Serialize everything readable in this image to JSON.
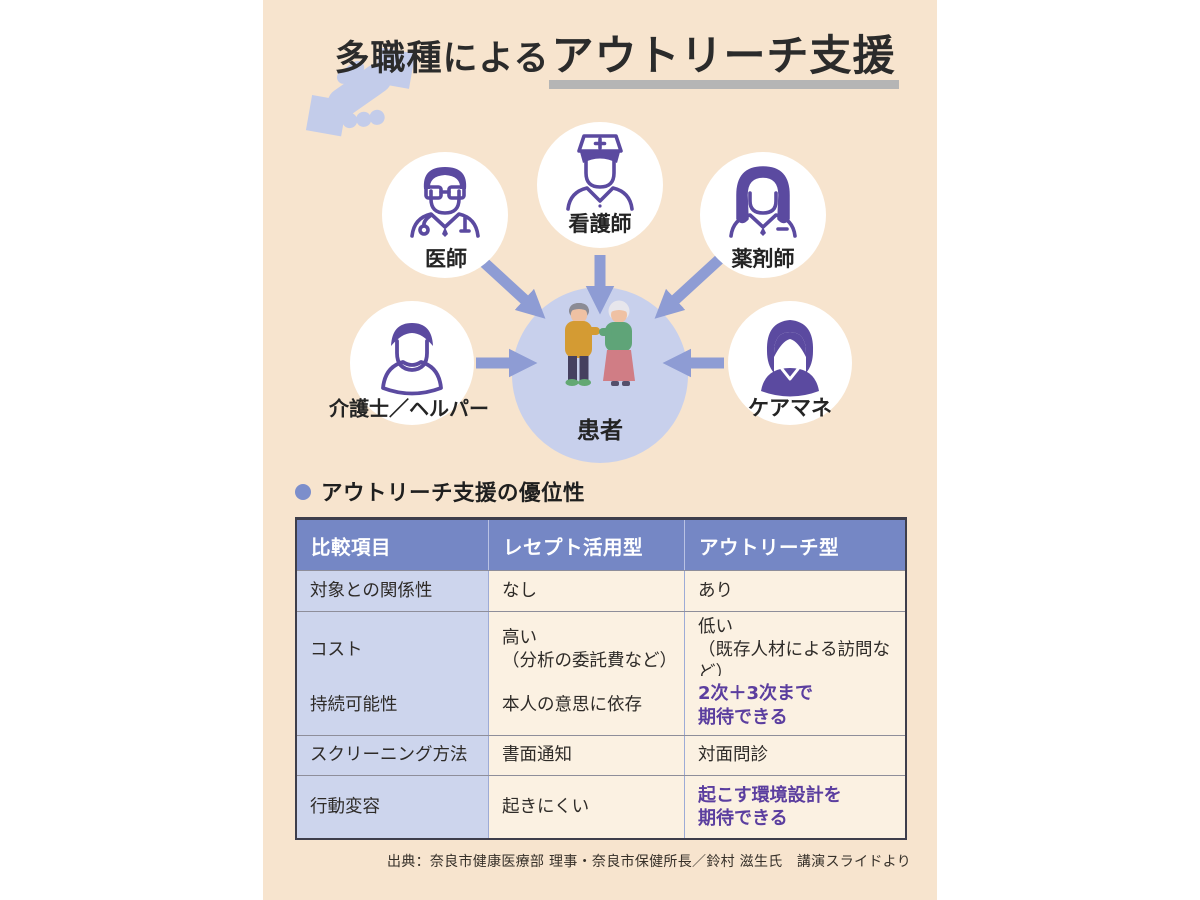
{
  "title": {
    "prefix": "多職種による",
    "highlight": "アウトリーチ支援"
  },
  "diagram": {
    "roles": [
      {
        "id": "doctor",
        "label": "医師",
        "icon": "doctor-icon"
      },
      {
        "id": "nurse",
        "label": "看護師",
        "icon": "nurse-icon"
      },
      {
        "id": "pharmacist",
        "label": "薬剤師",
        "icon": "pharmacist-icon"
      },
      {
        "id": "caregiver",
        "label": "介護士／ヘルパー",
        "icon": "caregiver-icon"
      },
      {
        "id": "care_manager",
        "label": "ケアマネ",
        "icon": "care-manager-icon"
      }
    ],
    "center": {
      "label": "患者",
      "icon": "elderly-couple-icon"
    }
  },
  "section": {
    "heading": "アウトリーチ支援の優位性"
  },
  "table": {
    "headers": [
      "比較項目",
      "レセプト活用型",
      "アウトリーチ型"
    ],
    "rows": [
      {
        "item": "対象との関係性",
        "receipt": "なし",
        "outreach": "あり",
        "outreach_accent": false
      },
      {
        "item": "コスト",
        "receipt": "高い\n（分析の委託費など）",
        "outreach": "低い\n（既存人材による訪問など）",
        "outreach_accent": false
      },
      {
        "item": "持続可能性",
        "receipt": "本人の意思に依存",
        "outreach": "2次＋3次まで\n期待できる",
        "outreach_accent": true
      },
      {
        "item": "スクリーニング方法",
        "receipt": "書面通知",
        "outreach": "対面問診",
        "outreach_accent": false
      },
      {
        "item": "行動変容",
        "receipt": "起きにくい",
        "outreach": "起こす環境設計を\n期待できる",
        "outreach_accent": true
      }
    ]
  },
  "footer": {
    "source": "出典：奈良市健康医療部 理事・奈良市保健所長／鈴村 滋生氏　講演スライドより"
  },
  "colors": {
    "page_background": "#f7e4ce",
    "accent_purple": "#5b3e9f",
    "icon_purple": "#5b4aa0",
    "periwinkle": "#7c8ecb",
    "table_header_blue": "#7587c5",
    "table_left_column": "#cdd5ed",
    "cell_cream": "#fbf1e2",
    "arrow_blue": "#8e9cd4",
    "patient_circle": "#c8d0ec",
    "handshake_blue": "#c3ccea",
    "underline_gray": "#b5b5b5"
  }
}
